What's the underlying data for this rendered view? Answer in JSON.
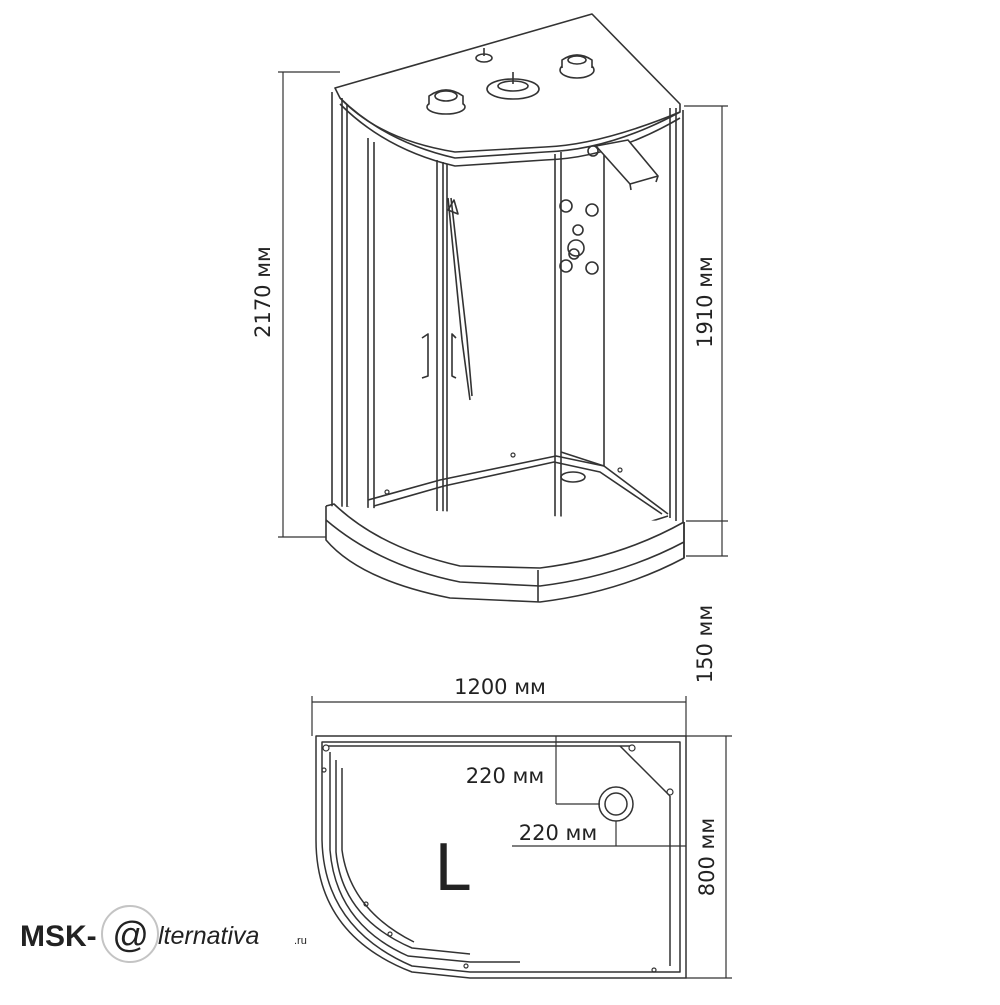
{
  "dimensions": {
    "total_height": "2170 мм",
    "cabin_height": "1910 мм",
    "tray_height": "150 мм",
    "width": "1200 мм",
    "depth": "800 мм",
    "drain_offset_back": "220 мм",
    "drain_offset_side": "220 мм"
  },
  "orientation_label": "L",
  "watermark": {
    "prefix": "MSK-",
    "symbol": "@",
    "suffix": "lternativa",
    "domain": ".ru"
  },
  "colors": {
    "line": "#333333",
    "watermark": "#b5b5b5"
  }
}
